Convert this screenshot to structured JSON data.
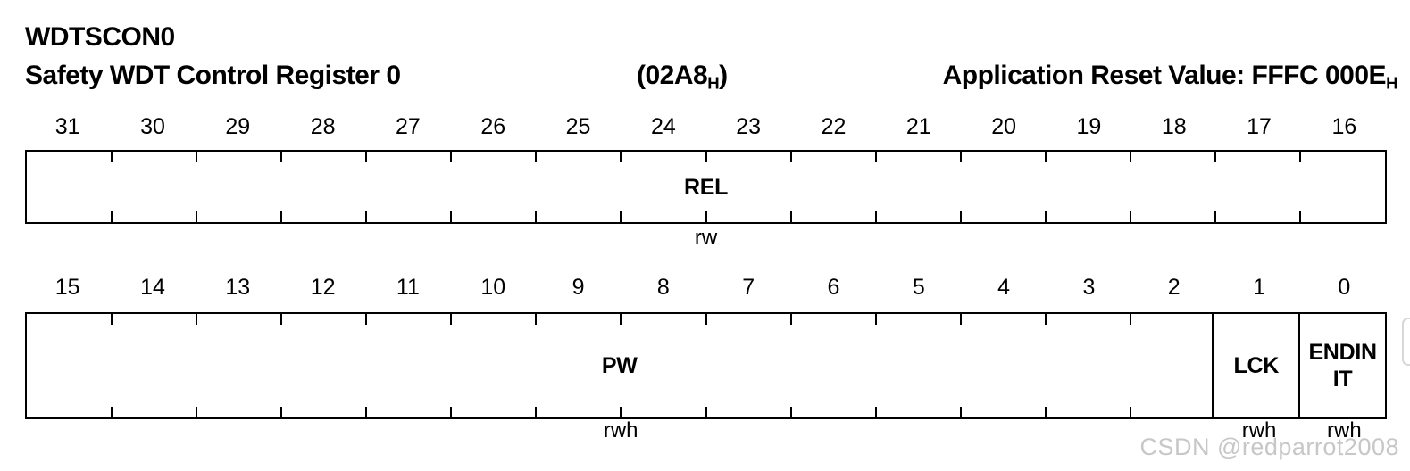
{
  "header": {
    "register_short_name": "WDTSCON0",
    "register_long_name": "Safety WDT Control Register 0",
    "address_prefix": "(02A8",
    "address_sub": "H",
    "address_suffix": ")",
    "reset_value_text": "Application Reset Value: FFFC 000E",
    "reset_value_sub": "H"
  },
  "register_rows": [
    {
      "bit_labels": [
        "31",
        "30",
        "29",
        "28",
        "27",
        "26",
        "25",
        "24",
        "23",
        "22",
        "21",
        "20",
        "19",
        "18",
        "17",
        "16"
      ],
      "fields": [
        {
          "name": "REL",
          "bit_span": 16,
          "access": "rw"
        }
      ]
    },
    {
      "bit_labels": [
        "15",
        "14",
        "13",
        "12",
        "11",
        "10",
        "9",
        "8",
        "7",
        "6",
        "5",
        "4",
        "3",
        "2",
        "1",
        "0"
      ],
      "fields": [
        {
          "name": "PW",
          "bit_span": 14,
          "access": "rwh"
        },
        {
          "name": "LCK",
          "bit_span": 1,
          "access": "rwh"
        },
        {
          "name": "ENDINIT",
          "bit_span": 1,
          "access": "rwh",
          "label_lines": [
            "ENDIN",
            "IT"
          ]
        }
      ]
    }
  ],
  "watermark": "CSDN @redparrot2008",
  "colors": {
    "line": "#000000",
    "text": "#000000",
    "watermark": "#c7c7c7",
    "widget_border": "#d8d8d8",
    "background": "#ffffff"
  }
}
